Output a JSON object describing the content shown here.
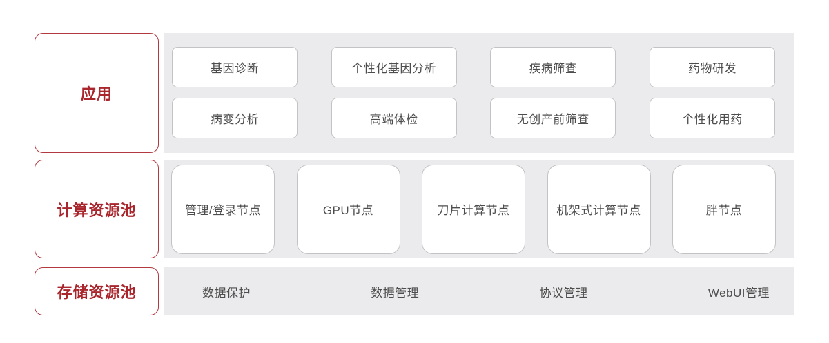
{
  "layers": {
    "app": {
      "label": "应用",
      "cards": [
        "基因诊断",
        "个性化基因分析",
        "疾病筛查",
        "药物研发",
        "病变分析",
        "高端体检",
        "无创产前筛查",
        "个性化用药"
      ]
    },
    "compute": {
      "label": "计算资源池",
      "cards": [
        "管理/登录节点",
        "GPU节点",
        "刀片计算节点",
        "机架式计算节点",
        "胖节点"
      ]
    },
    "storage": {
      "label": "存储资源池",
      "items": [
        "数据保护",
        "数据管理",
        "协议管理",
        "WebUI管理"
      ]
    }
  },
  "colors": {
    "accent_red_text": "#a9262d",
    "red_box_border": "#b23940",
    "panel_background": "#ebebed",
    "card_border": "#c3c3c5",
    "card_text": "#4d4d4d",
    "page_background": "#ffffff"
  }
}
